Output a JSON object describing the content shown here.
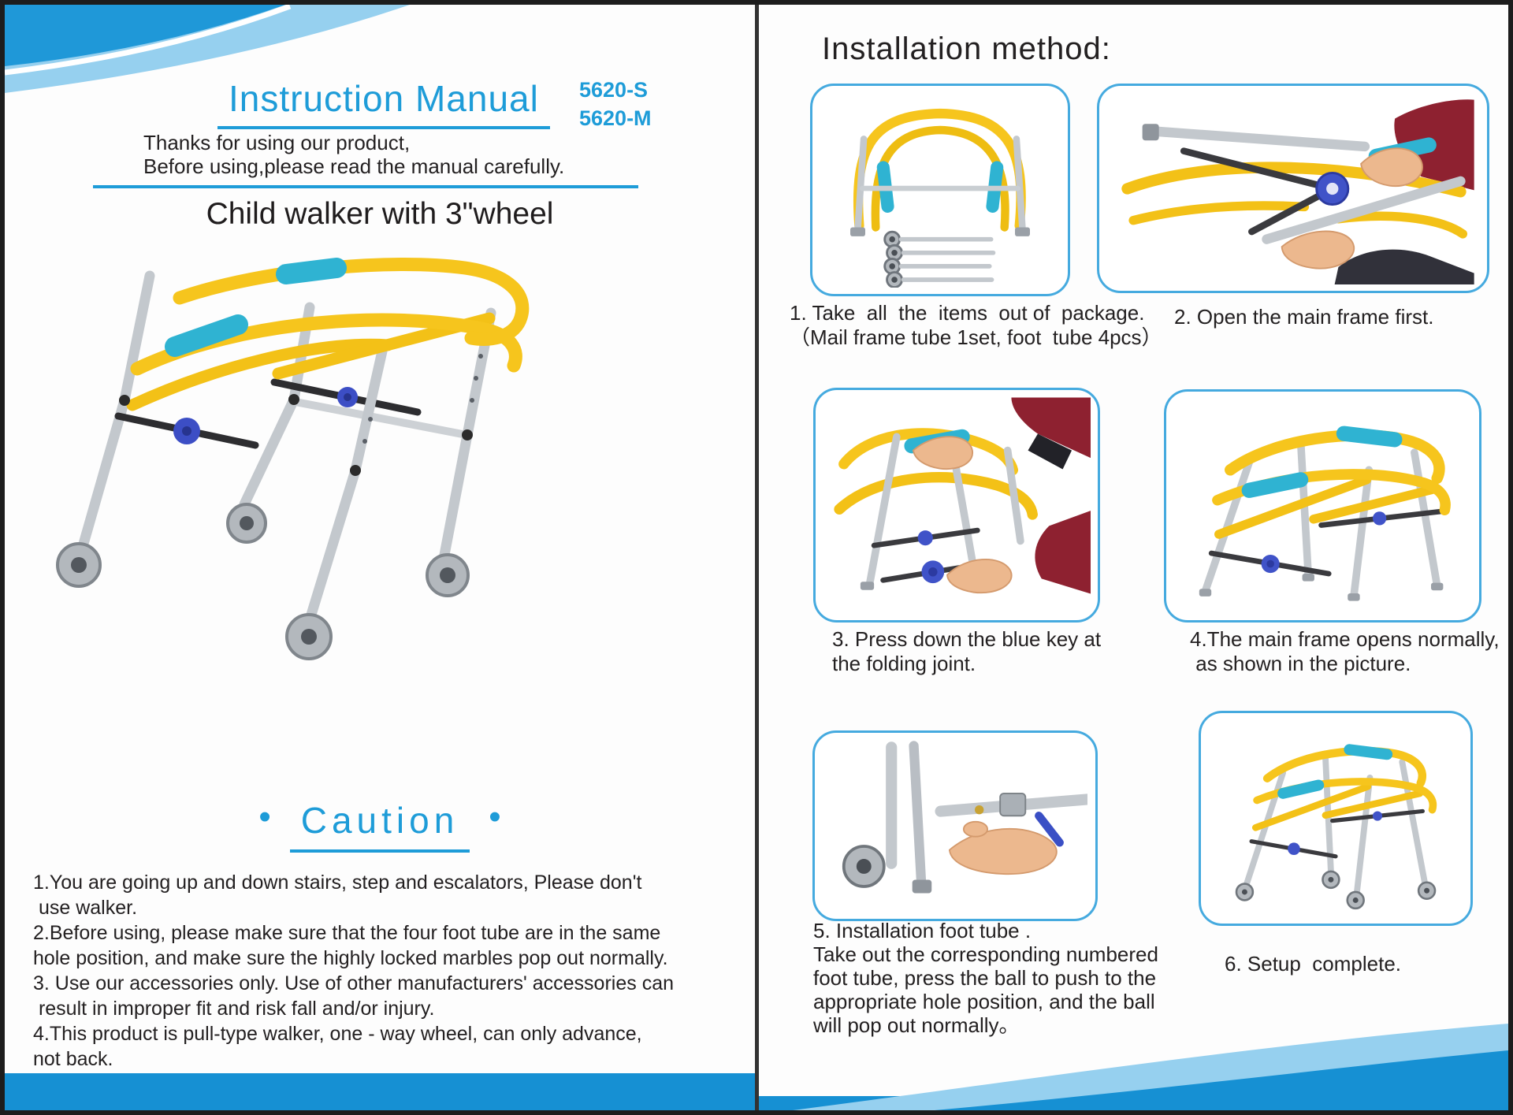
{
  "colors": {
    "accent_blue": "#1e9cd8",
    "box_border": "#45aadf",
    "swoosh_dark": "#1f98d8",
    "swoosh_light": "#96d0ef",
    "walker_yellow": "#f6c51d",
    "grip_teal": "#2fb3d2",
    "knob_blue": "#3c4ec5"
  },
  "left_page": {
    "title": "Instruction Manual",
    "model_s": "5620-S",
    "model_m": "5620-M",
    "intro": "Thanks for using our product,\nBefore using,please read the manual carefully.",
    "product_heading": "Child walker with 3\"wheel",
    "caution": {
      "bullet": "•",
      "heading": "Caution",
      "items": [
        "1.You are going up and down stairs, step and escalators, Please don't\n use walker.",
        "2.Before using, please make sure that the four foot tube are in the same\nhole position, and make sure the highly locked marbles pop out normally.",
        "3. Use our accessories only. Use of other manufacturers' accessories can\n result in improper fit and risk fall and/or injury.",
        "4.This product is pull-type walker, one - way wheel, can only advance,\nnot back."
      ]
    }
  },
  "right_page": {
    "heading": "Installation method:",
    "steps": [
      {
        "caption": "1. Take  all  the  items  out of  package.\n（Mail frame tube 1set, foot  tube 4pcs）"
      },
      {
        "caption": "2. Open the main frame first."
      },
      {
        "caption": "3. Press down the blue key at\nthe folding joint."
      },
      {
        "caption": "4.The main frame opens normally,\n as shown in the picture."
      },
      {
        "caption": "5. Installation foot tube .\nTake out the corresponding numbered\nfoot tube, press the ball to push to the\nappropriate hole position, and the ball\nwill pop out normally。"
      },
      {
        "caption": "6. Setup  complete."
      }
    ]
  }
}
